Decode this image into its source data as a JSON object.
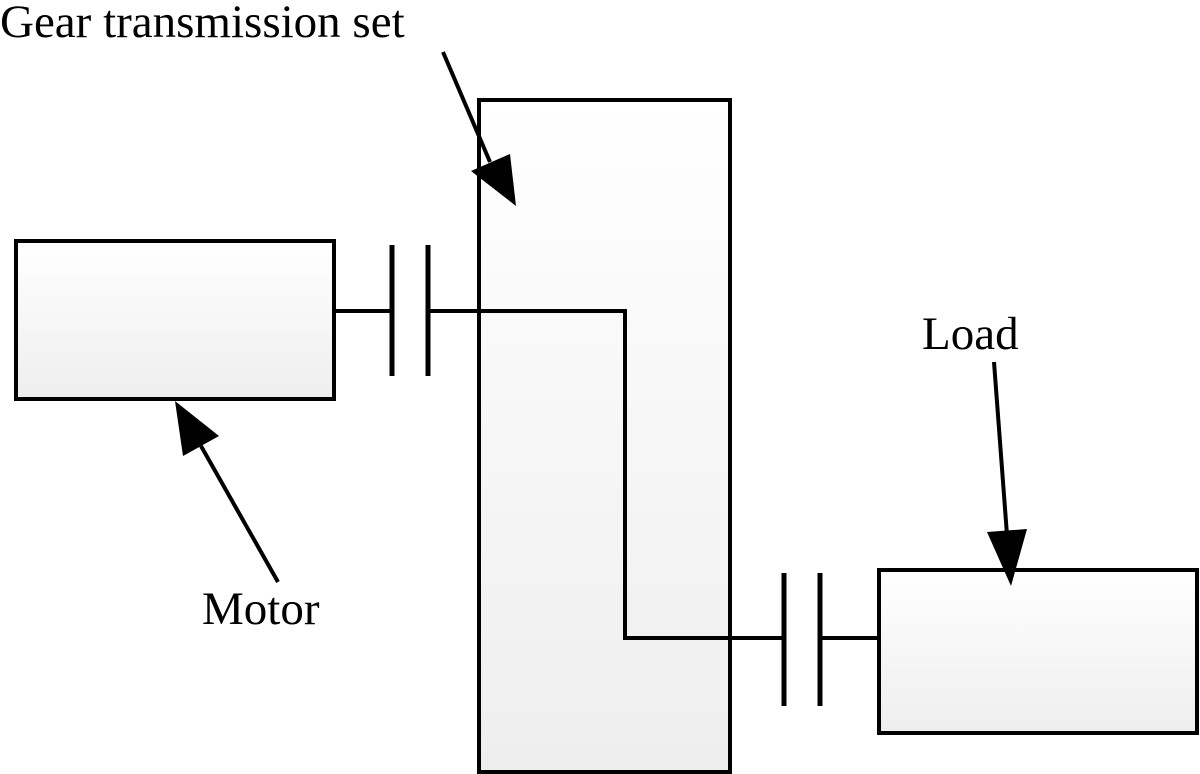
{
  "labels": {
    "gear_set": "Gear transmission set",
    "motor": "Motor",
    "load": "Load"
  },
  "colors": {
    "stroke": "#000000",
    "block_fill_top": "#ffffff",
    "block_fill_bottom": "#eeeeee",
    "background": "#ffffff"
  }
}
